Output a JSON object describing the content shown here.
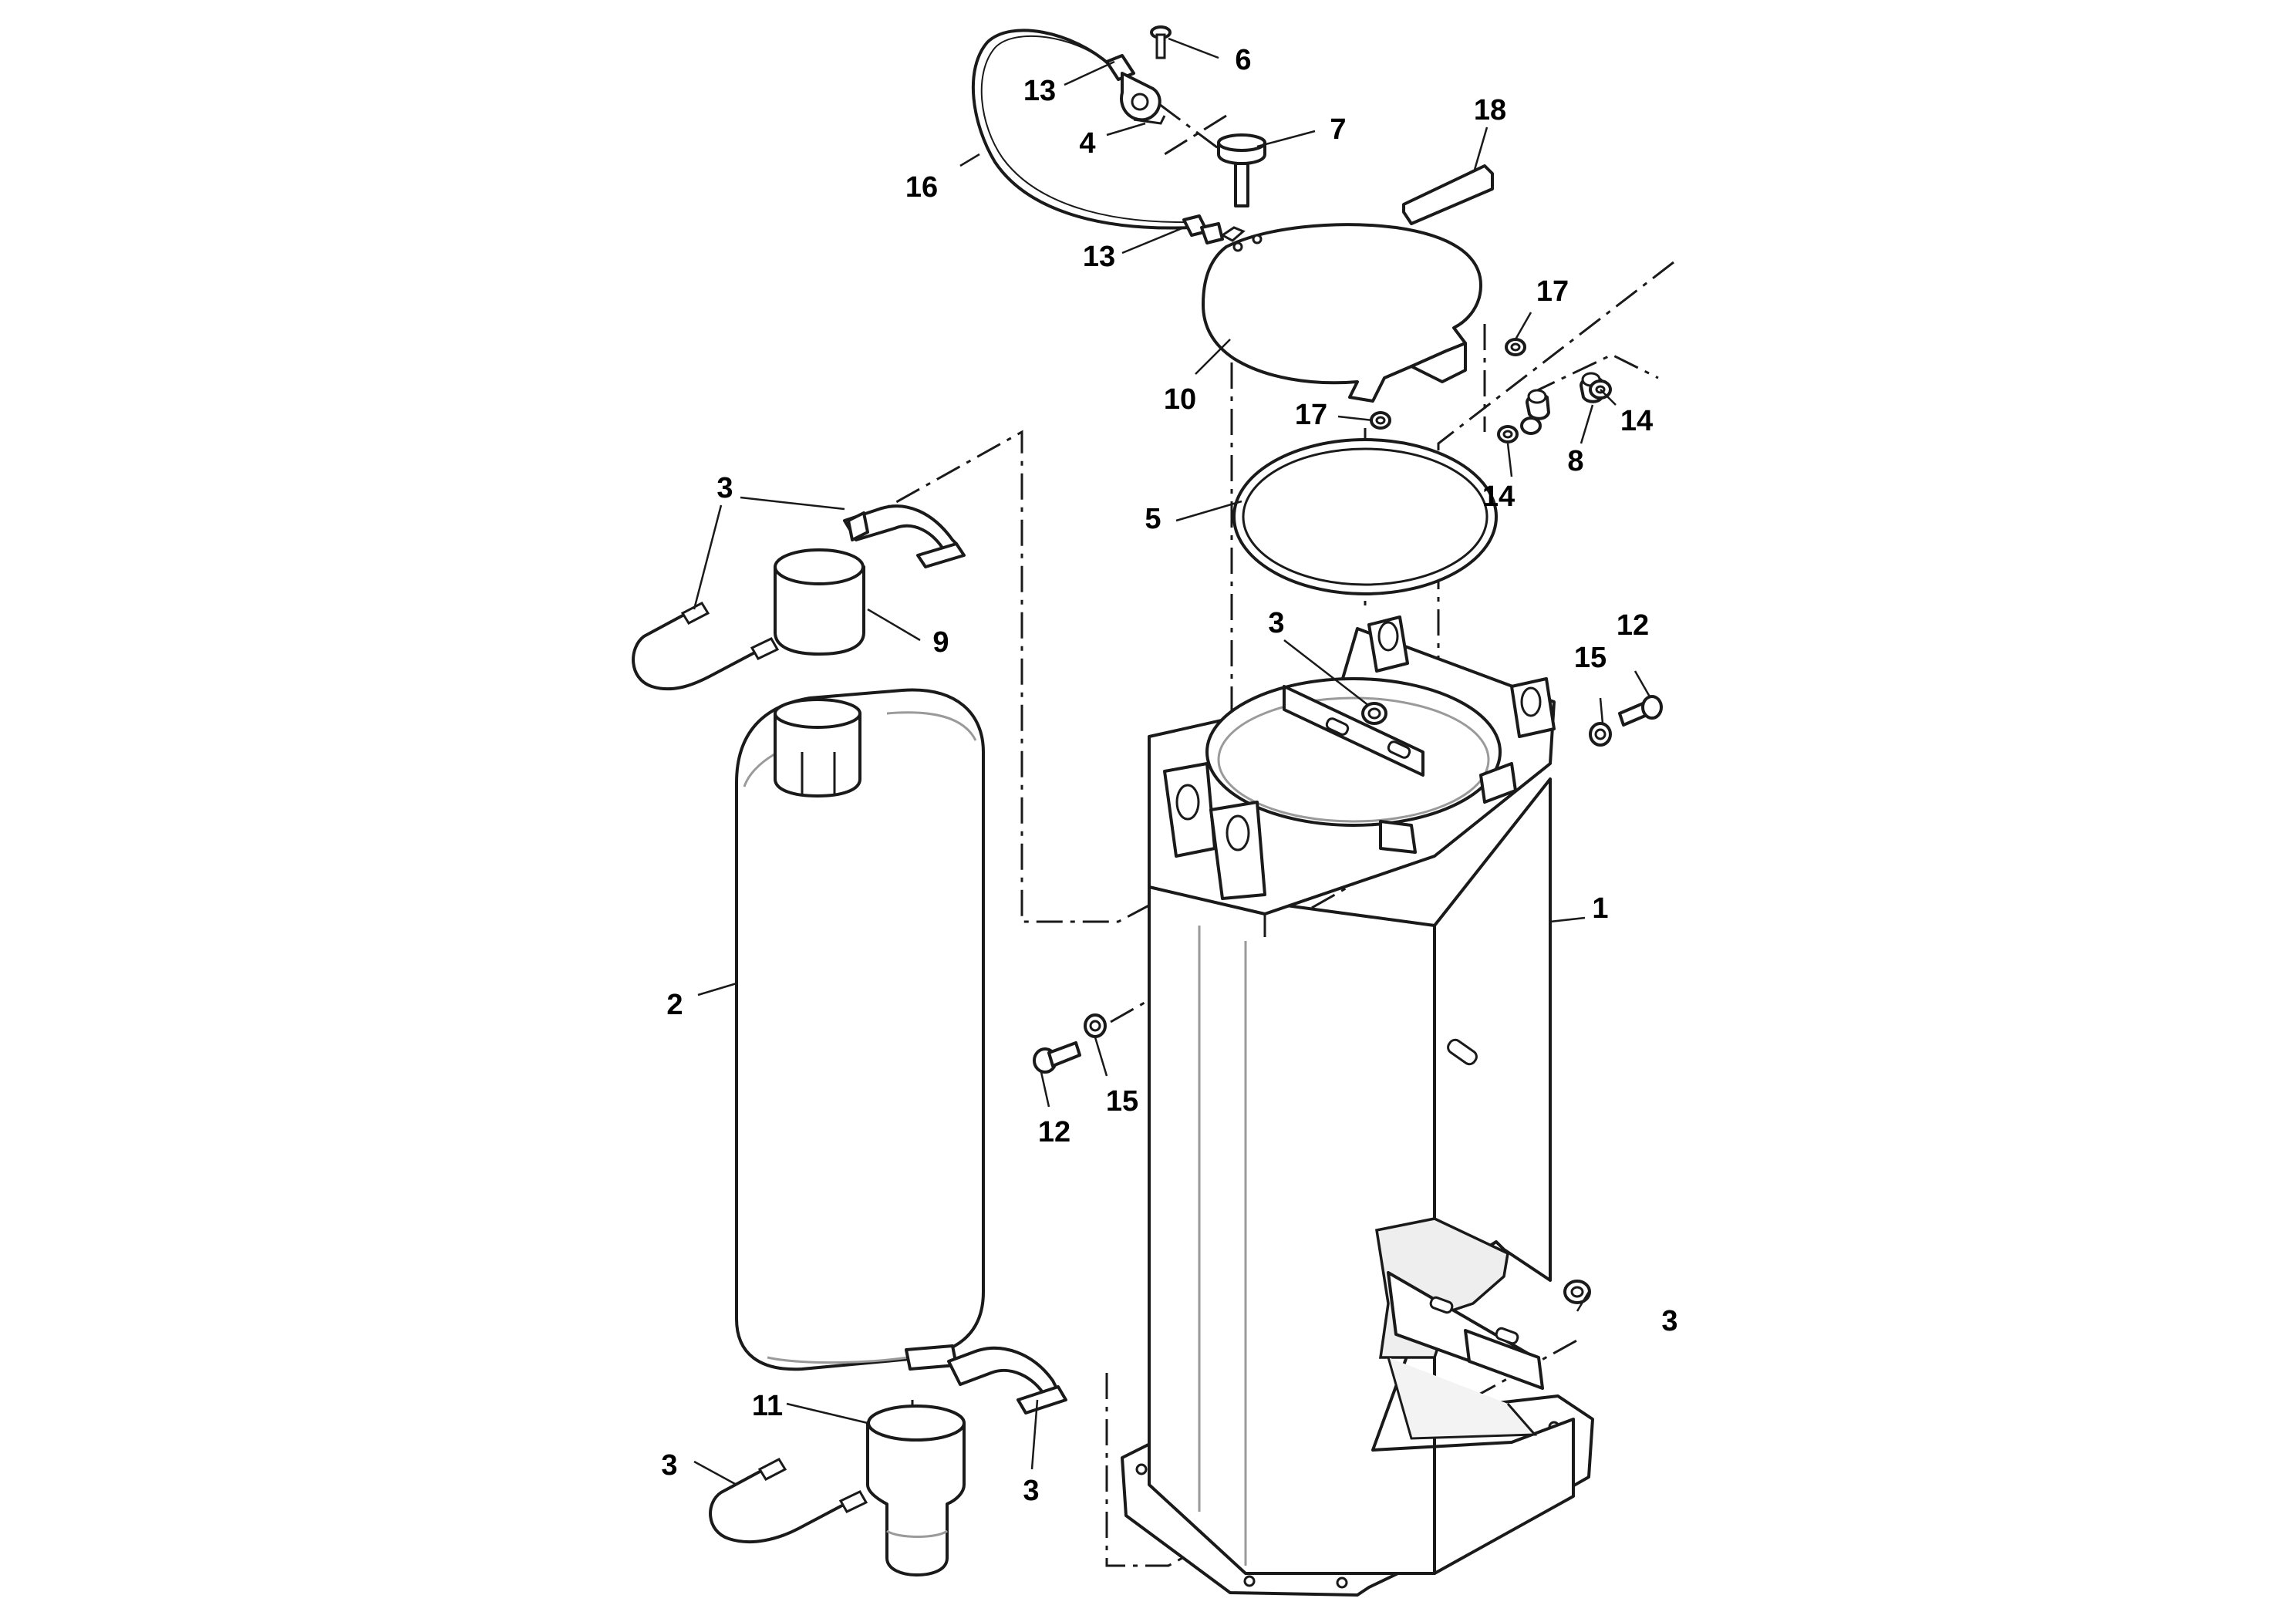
{
  "callouts": {
    "c1": "1",
    "c2": "2",
    "c3_top_clamp": "3",
    "c3_top_ubolt": "3",
    "c3_box": "3",
    "c3_base_nut": "3",
    "c3_bottom_ubolt": "3",
    "c3_bottom_clamp": "3",
    "c4": "4",
    "c5": "5",
    "c6": "6",
    "c7": "7",
    "c8": "8",
    "c9": "9",
    "c10": "10",
    "c11": "11",
    "c12_right": "12",
    "c12_left": "12",
    "c13_top": "13",
    "c13_lower": "13",
    "c14_right": "14",
    "c14_left": "14",
    "c15_right": "15",
    "c15_left": "15",
    "c16": "16",
    "c17_right": "17",
    "c17_left": "17",
    "c18": "18"
  },
  "colors": {
    "line": "#1a1a1a",
    "shade": "#9a9a9a",
    "background": "#ffffff"
  }
}
